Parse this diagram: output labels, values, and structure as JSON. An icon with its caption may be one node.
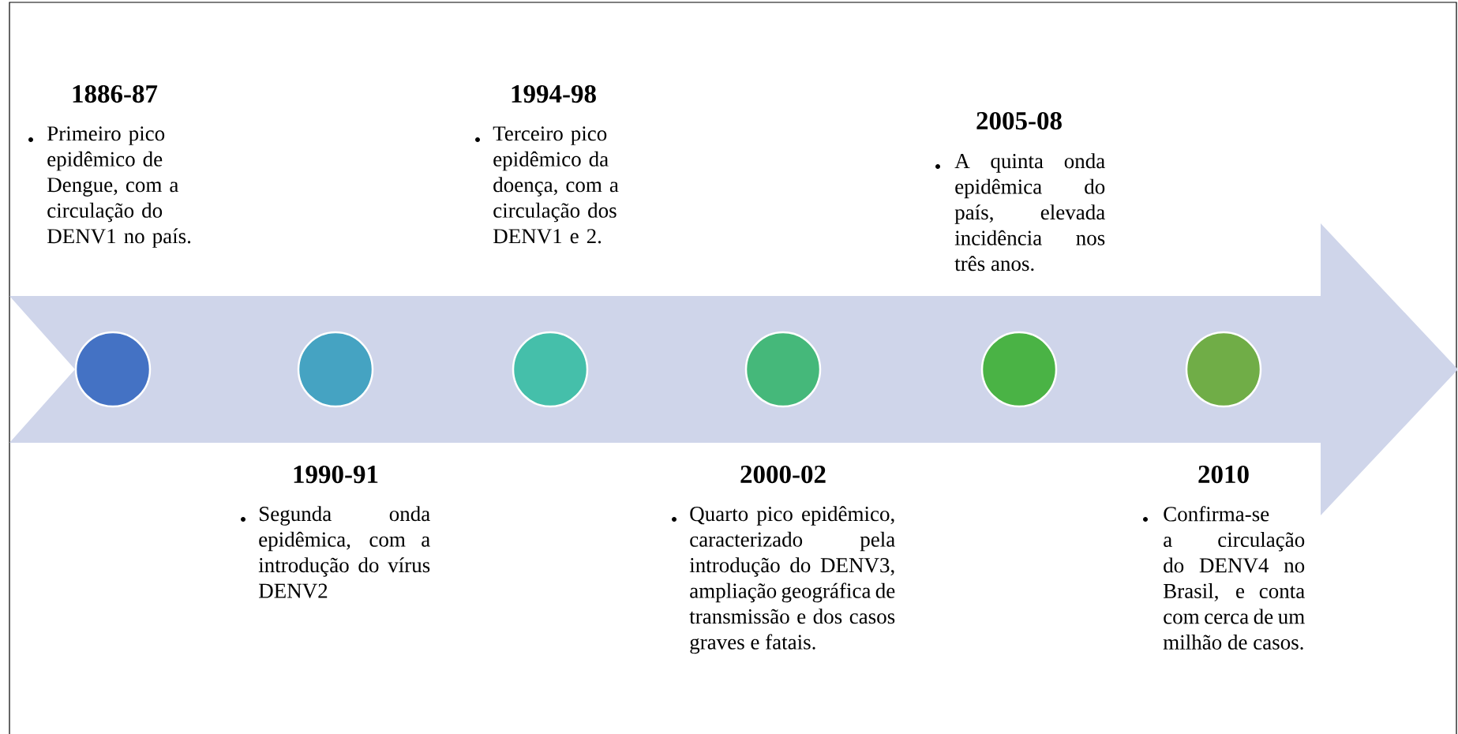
{
  "diagram": {
    "nodes": [
      {
        "text": [],
        "shape": "circle"
      },
      {
        "text": [],
        "shape": "circle"
      },
      {
        "text": [],
        "shape": "circle"
      },
      {
        "text": [],
        "shape": "circle"
      },
      {
        "text": [],
        "shape": "circle"
      },
      {
        "text": [],
        "shape": "circle"
      }
    ],
    "labels": [
      "1886-87",
      "Primeiro pico epidêmico de Dengue, com a circulação do DENV1 no país.",
      "1990-91",
      "Segunda onda epidêmica, com a introdução do vírus DENV2",
      "1994-98",
      "Terceiro pico epidêmico da doença, com a circulação dos DENV1 e 2.",
      "2000-02",
      "Quarto pico epidêmico, caracterizado pela introdução do DENV3, ampliação geográfica de transmissão e dos casos graves e fatais.",
      "2005-08",
      "A quinta onda epidêmica do país, elevada incidência nos três anos.",
      "2010",
      "Confirma-se a circulação do DENV4 no Brasil, e conta com cerca de um milhão de casos."
    ]
  }
}
